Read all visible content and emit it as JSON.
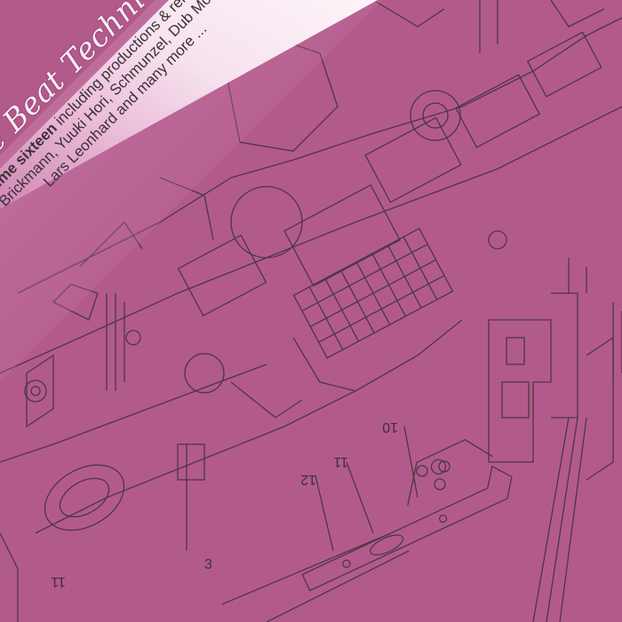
{
  "cover": {
    "title": "Le Beat Technique",
    "volume": "volume sixteen",
    "line1_rest": " including productions & remixes by",
    "line2": "Brickmann, Yuuki Hori, Schmunzel, Dub Modo,",
    "line3": "Lars Leonhard and many more ..."
  },
  "drawing": {
    "labels": {
      "part_10": "10",
      "part_11": "11",
      "part_12": "12",
      "part_3": "3",
      "part_11b": "11"
    }
  },
  "colors": {
    "background": "#b35a8c",
    "ink": "#3a3236",
    "banner_light": "#f4d8e8",
    "banner_mid": "#d89ac0"
  }
}
